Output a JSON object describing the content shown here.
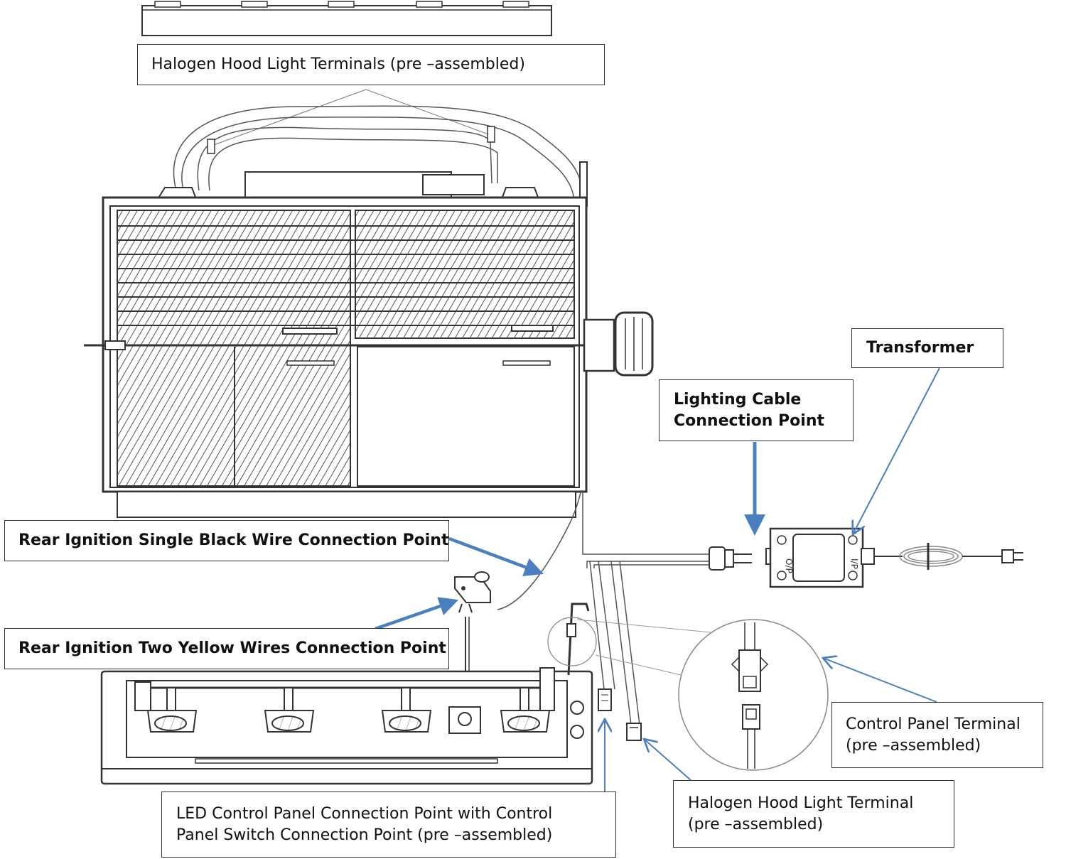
{
  "labels": {
    "halogen_hood_light_terminals": "Halogen Hood Light Terminals (pre –assembled)",
    "transformer": "Transformer",
    "lighting_cable_line1": "Lighting Cable",
    "lighting_cable_line2": "Connection Point",
    "rear_ignition_black_wire": "Rear Ignition Single Black Wire Connection Point",
    "rear_ignition_yellow_wires": "Rear Ignition Two Yellow Wires Connection Point",
    "control_panel_terminal_line1": "Control Panel Terminal",
    "control_panel_terminal_line2": "(pre –assembled)",
    "halogen_hood_light_terminal_line1": "Halogen Hood Light Terminal",
    "halogen_hood_light_terminal_line2": "(pre –assembled)",
    "led_control_panel_line1": "LED Control Panel Connection Point with Control",
    "led_control_panel_line2": "Panel Switch Connection Point (pre –assembled)"
  },
  "transformer_markings": {
    "input": "I/P",
    "output": "O/P"
  },
  "colors": {
    "line_art": "#333333",
    "arrow_blue": "#4a7fc0",
    "hatch": "#555555"
  }
}
